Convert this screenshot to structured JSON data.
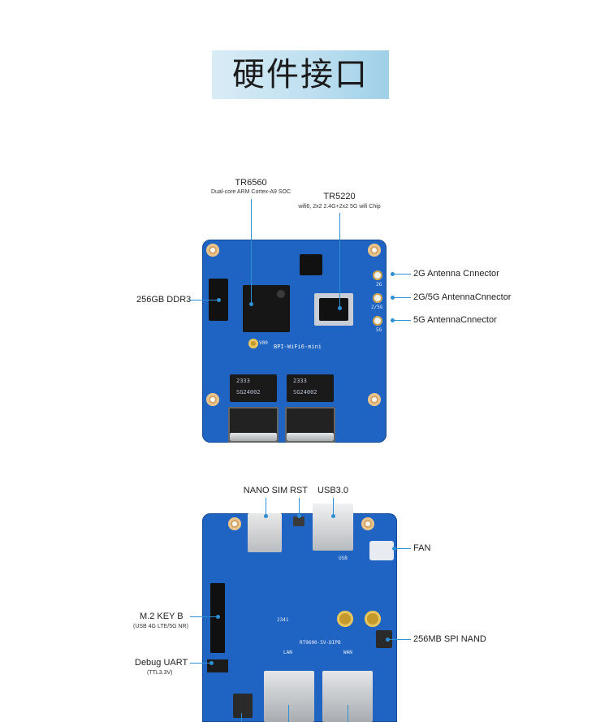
{
  "title": "硬件接口",
  "top_board": {
    "labels": {
      "soc_name": "TR6560",
      "soc_desc": "Dual-core ARM Cortex-A9 SOC",
      "wifi_name": "TR5220",
      "wifi_desc": "wifi6, 2x2 2.4G+2x2 5G wifi Chip",
      "ddr": "256GB DDR3",
      "ant_2g": "2G Antenna Cnnector",
      "ant_2g5g": "2G/5G AntennaCnnector",
      "ant_5g": "5G AntennaCnnector"
    },
    "silk": {
      "brand": "BPI-WiFi6-mini",
      "ver": "V00",
      "mag_left": "SG24002",
      "mag_right": "SG24002",
      "mag_left_code": "2333",
      "mag_right_code": "2333",
      "ant_2g": "2G",
      "ant_2g5g": "2/5G",
      "ant_5g": "5G"
    }
  },
  "bottom_board": {
    "labels": {
      "nano_sim": "NANO SIM",
      "rst": "RST",
      "usb3": "USB3.0",
      "fan": "FAN",
      "m2": "M.2 KEY B",
      "m2_desc": "(USB 4G LTE/5G NR)",
      "nand": "256MB SPI NAND",
      "uart": "Debug UART",
      "uart_desc": "(TTL3.3V)"
    },
    "silk": {
      "model": "RT9600-5V-DIPB",
      "lan": "LAN",
      "wan": "WAN",
      "usb": "USB",
      "code": "2341"
    }
  },
  "colors": {
    "pcb": "#1f64c2",
    "leader": "#2d8fd6",
    "banner_start": "#d9ecf6",
    "banner_end": "#9fd0e8"
  }
}
